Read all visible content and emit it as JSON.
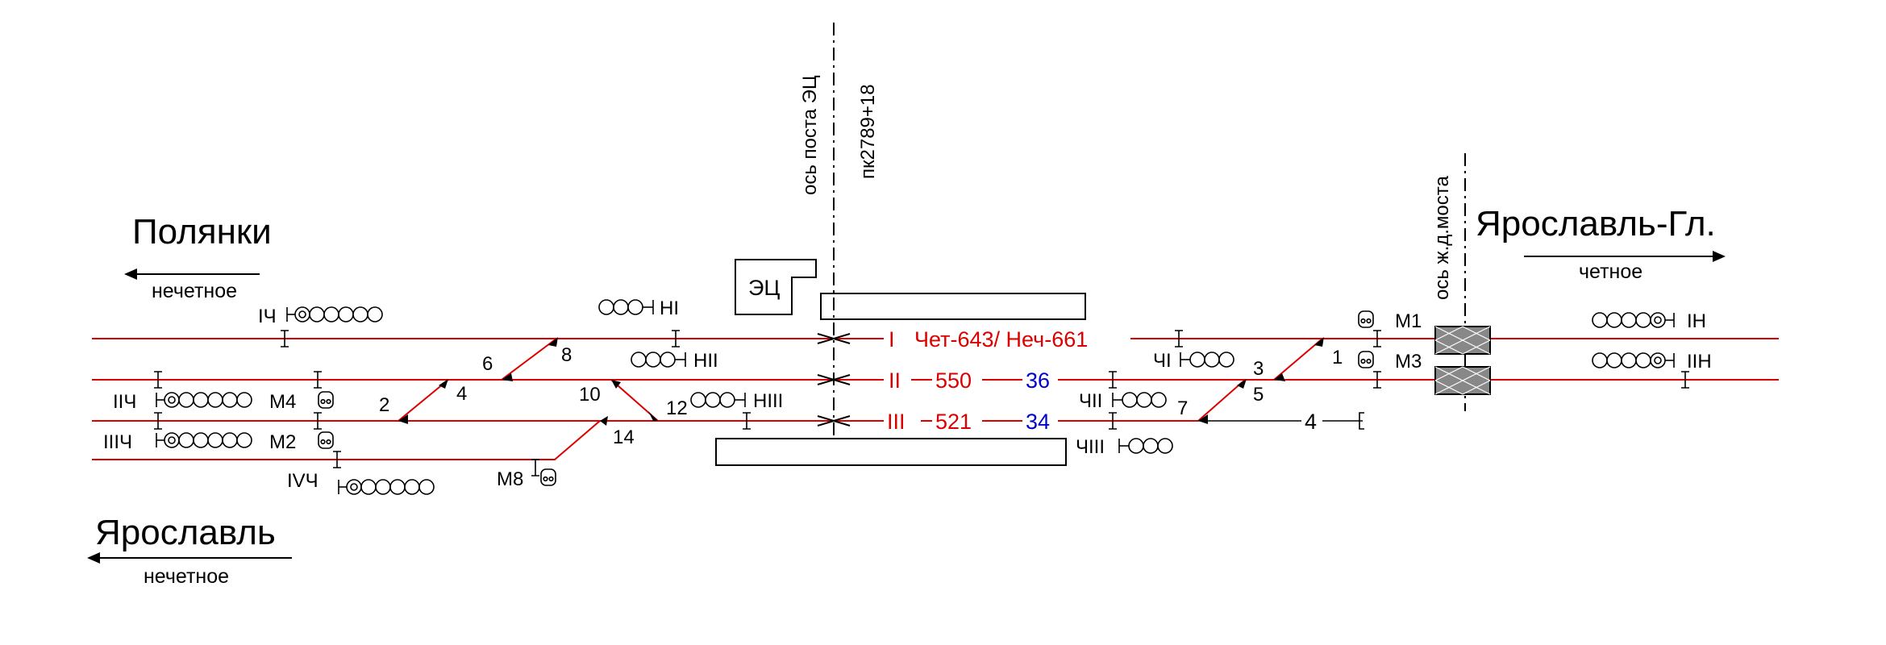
{
  "directions": {
    "polyanki": {
      "name": "Полянки",
      "note": "нечетное"
    },
    "yaroslavl": {
      "name": "Ярославль",
      "note": "нечетное"
    },
    "yaroslavl_gl": {
      "name": "Ярославль-Гл.",
      "note": "четное"
    }
  },
  "axes": {
    "post": "ось поста ЭЦ",
    "picket": "пк2789+18",
    "bridge": "ось ж.д.моста"
  },
  "building": "ЭЦ",
  "tracks": {
    "t1": {
      "num": "I",
      "text": "Чет-643/ Неч-661"
    },
    "t2": {
      "num": "II",
      "length": "550",
      "capacity": "36"
    },
    "t3": {
      "num": "III",
      "length": "521",
      "capacity": "34"
    },
    "t4_stub": "4"
  },
  "signals": {
    "ich": "IЧ",
    "iich": "IIЧ",
    "iiich": "IIIЧ",
    "ivch": "IVЧ",
    "m4": "М4",
    "m2": "М2",
    "m8": "М8",
    "ni": "НI",
    "nii": "НII",
    "niii": "НIII",
    "chi": "ЧI",
    "chii": "ЧII",
    "chiii": "ЧIII",
    "m1": "М1",
    "m3": "М3",
    "in": "IН",
    "iin": "IIН"
  },
  "switches": [
    "1",
    "2",
    "3",
    "4",
    "5",
    "6",
    "7",
    "8",
    "10",
    "12",
    "14"
  ]
}
